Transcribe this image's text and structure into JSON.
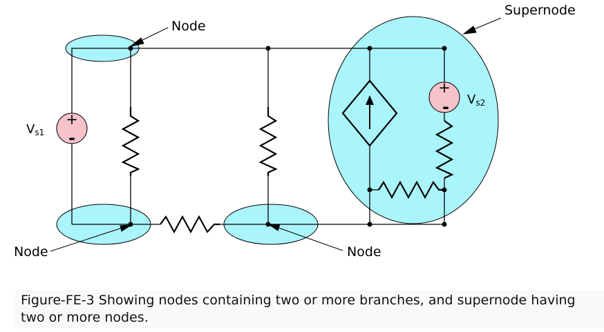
{
  "labels": {
    "node_top": "Node",
    "node_bottom_left": "Node",
    "node_bottom_right": "Node",
    "supernode": "Supernode",
    "vs1_main": "V",
    "vs1_sub": "s1",
    "vs2_main": "V",
    "vs2_sub": "s2",
    "plus": "+",
    "minus": "-"
  },
  "caption": "Figure-FE-3 Showing nodes containing two or more branches, and supernode having two or more nodes.",
  "colors": {
    "node_fill": "#aaf4fb",
    "source_fill": "#f7c3cb",
    "wire": "#000000"
  }
}
